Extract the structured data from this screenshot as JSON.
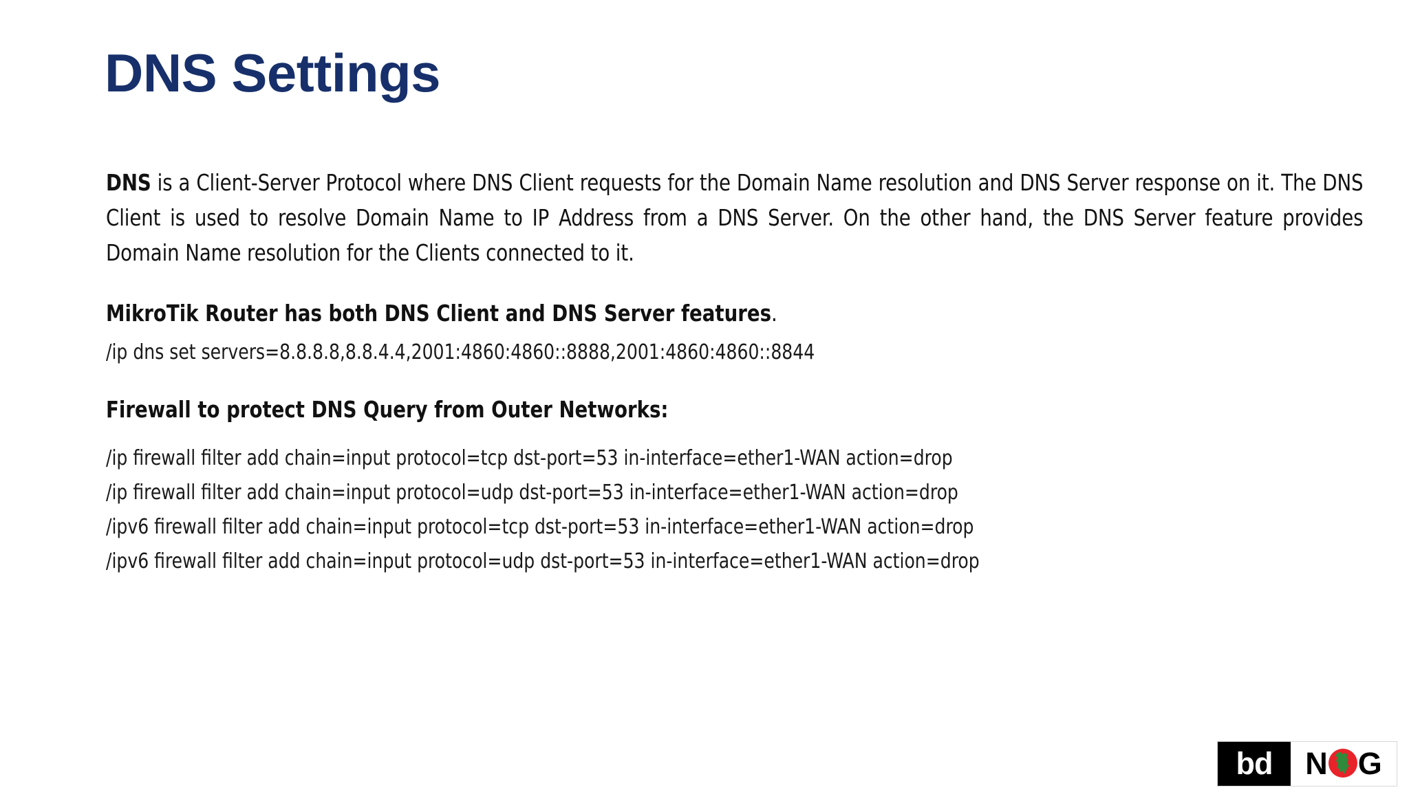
{
  "slide": {
    "title": "DNS Settings",
    "background_color": "#ffffff",
    "title_color": "#17306b",
    "body_color": "#121212"
  },
  "content": {
    "intro_lead": "DNS",
    "intro_rest": " is a Client-Server Protocol where DNS Client requests for the Domain Name resolution and DNS Server response on it. The DNS Client is used to resolve Domain Name to IP Address from a DNS Server. On the other hand, the DNS Server feature provides Domain Name resolution for the Clients connected to it.",
    "mikrotik_heading": "MikroTik Router has both DNS Client and DNS Server features",
    "mikrotik_heading_period": ".",
    "dns_command": "/ip dns set servers=8.8.8.8,8.8.4.4,2001:4860:4860::8888,2001:4860:4860::8844",
    "firewall_heading": "Firewall to protect DNS Query from Outer Networks:",
    "firewall_commands": [
      "/ip firewall filter add chain=input protocol=tcp dst-port=53 in-interface=ether1-WAN action=drop",
      "/ip firewall filter add chain=input protocol=udp dst-port=53 in-interface=ether1-WAN action=drop",
      "/ipv6 firewall filter add chain=input protocol=tcp dst-port=53 in-interface=ether1-WAN action=drop",
      "/ipv6 firewall filter add chain=input protocol=udp dst-port=53 in-interface=ether1-WAN action=drop"
    ]
  },
  "logo": {
    "bd_text": "bd",
    "n_text": "N",
    "g_text": "G",
    "o_icon": "bangladesh-map-icon",
    "disc_color": "#e8232a",
    "map_color": "#2f8a3c",
    "bd_background": "#000000",
    "bd_color": "#ffffff"
  }
}
